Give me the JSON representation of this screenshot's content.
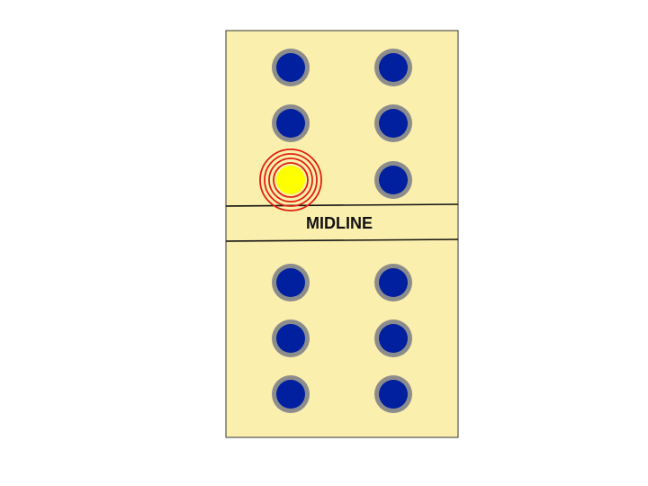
{
  "board": {
    "midline_label": "MIDLINE",
    "colors": {
      "background": "#fbefad",
      "border": "#333333",
      "dot_fill": "#00209f",
      "dot_ring": "#8c8c8c",
      "highlight_fill": "#ffff00",
      "highlight_ring": "#e02010"
    },
    "dots": [
      {
        "row": 1,
        "col": 1,
        "state": "normal"
      },
      {
        "row": 1,
        "col": 2,
        "state": "normal"
      },
      {
        "row": 2,
        "col": 1,
        "state": "normal"
      },
      {
        "row": 2,
        "col": 2,
        "state": "normal"
      },
      {
        "row": 3,
        "col": 1,
        "state": "highlighted"
      },
      {
        "row": 3,
        "col": 2,
        "state": "normal"
      },
      {
        "row": 4,
        "col": 1,
        "state": "normal"
      },
      {
        "row": 4,
        "col": 2,
        "state": "normal"
      },
      {
        "row": 5,
        "col": 1,
        "state": "normal"
      },
      {
        "row": 5,
        "col": 2,
        "state": "normal"
      },
      {
        "row": 6,
        "col": 1,
        "state": "normal"
      },
      {
        "row": 6,
        "col": 2,
        "state": "normal"
      }
    ]
  }
}
